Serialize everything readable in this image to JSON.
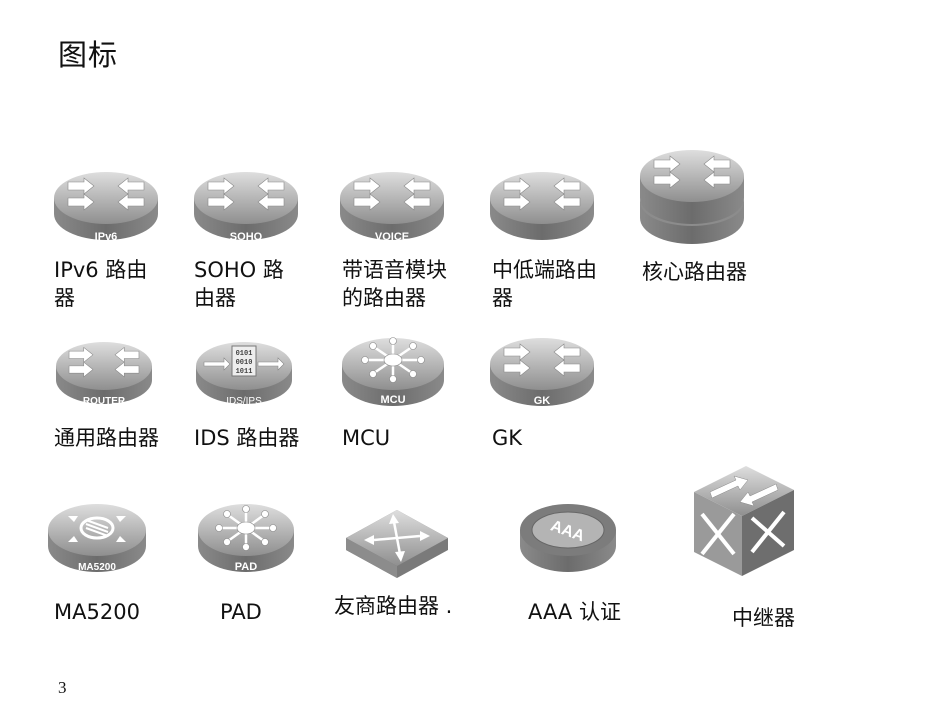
{
  "title": "图标",
  "page_number": "3",
  "icons": {
    "ipv6": {
      "badge": "IPv6",
      "label": "IPv6 路由器",
      "icon": "router-icon"
    },
    "soho": {
      "badge": "SOHO",
      "label": "SOHO 路由器",
      "icon": "router-icon"
    },
    "voice": {
      "badge": "VOICE",
      "label": "带语音模块的路由器",
      "icon": "voice-router-icon"
    },
    "lowend": {
      "label": "中低端路由器",
      "icon": "router-icon"
    },
    "core": {
      "label": "核心路由器",
      "icon": "core-router-icon"
    },
    "generic": {
      "badge": "ROUTER",
      "label": "通用路由器",
      "icon": "router-icon"
    },
    "ids": {
      "badge": "IDS/IPS",
      "bits": [
        "0101",
        "0010",
        "1011"
      ],
      "label": "IDS 路由器",
      "icon": "ids-router-icon"
    },
    "mcu": {
      "badge": "MCU",
      "label": "MCU",
      "icon": "mcu-hub-icon"
    },
    "gk": {
      "badge": "GK",
      "label": "GK",
      "icon": "router-icon"
    },
    "ma5200": {
      "badge": "MA5200",
      "label": "MA5200",
      "icon": "ma5200-router-icon"
    },
    "pad": {
      "badge": "PAD",
      "label": "PAD",
      "icon": "pad-hub-icon"
    },
    "partner": {
      "label": "友商路由器 .",
      "icon": "partner-router-icon"
    },
    "aaa": {
      "badge": "AAA",
      "label": "AAA 认证",
      "icon": "aaa-disc-icon"
    },
    "repeater": {
      "label": "中继器",
      "icon": "repeater-cube-icon"
    }
  },
  "colors": {
    "icon_dark": "#7a7a7a",
    "icon_mid": "#9b9b9b",
    "icon_light": "#dcdcdc",
    "text": "#111111"
  }
}
